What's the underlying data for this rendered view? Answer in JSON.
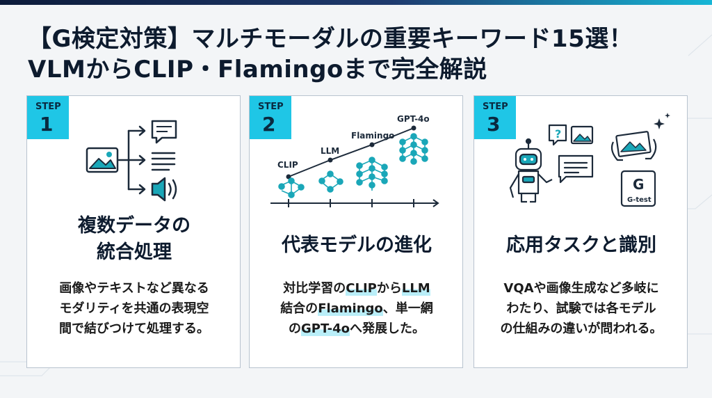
{
  "title": {
    "line1": "【G検定対策】マルチモーダルの重要キーワード15選！",
    "line2": "VLMからCLIP・Flamingoまで完全解説"
  },
  "cards": [
    {
      "step_label": "STEP",
      "step_number": "1",
      "heading_line1": "複数データの",
      "heading_line2": "統合処理",
      "desc_line1": "画像やテキストなど異なる",
      "desc_line2": "モダリティを共通の表現空",
      "desc_line3": "間で結びつけて処理する。"
    },
    {
      "step_label": "STEP",
      "step_number": "2",
      "heading": "代表モデルの進化",
      "tags": [
        "CLIP",
        "LLM",
        "Flamingo",
        "GPT-4o"
      ],
      "desc_line1_a": "対比学習の",
      "desc_line1_b": "CLIP",
      "desc_line1_c": "から",
      "desc_line1_d": "LLM",
      "desc_line2_a": "結合の",
      "desc_line2_b": "Flamingo",
      "desc_line2_c": "、単一網",
      "desc_line3_a": "の",
      "desc_line3_b": "GPT-4o",
      "desc_line3_c": "へ発展した。"
    },
    {
      "step_label": "STEP",
      "step_number": "3",
      "heading": "応用タスクと識別",
      "badge_text": "G-test",
      "badge_letter": "G",
      "bubble_mark": "?",
      "desc_line1": "VQAや画像生成など多岐に",
      "desc_line2": "わたり、試験では各モデル",
      "desc_line3": "の仕組みの違いが問われる。"
    }
  ],
  "colors": {
    "accent": "#1fc6e6",
    "dark": "#1c2a3a",
    "teal": "#1aa7b8",
    "highlight": "#b9eef8"
  },
  "icons": [
    "image-icon",
    "chat-icon",
    "text-lines-icon",
    "speaker-icon",
    "network-icon",
    "robot-icon",
    "sparkle-icon"
  ]
}
